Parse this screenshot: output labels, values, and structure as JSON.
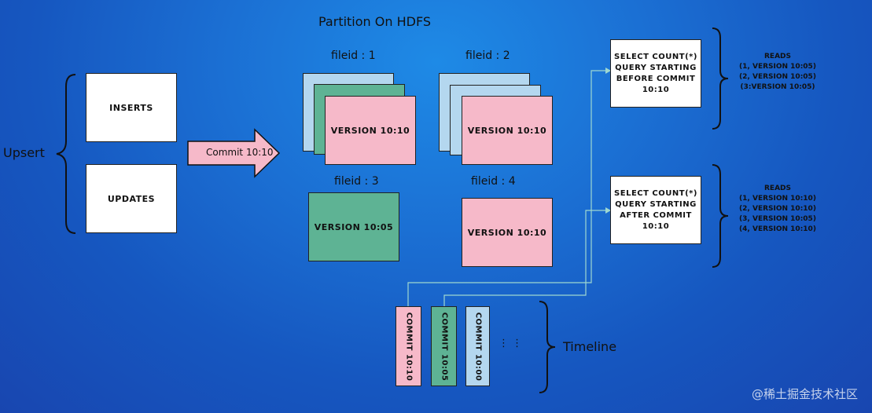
{
  "title": "Partition On HDFS",
  "upsert_label": "Upsert",
  "inserts_label": "INSERTS",
  "updates_label": "UPDATES",
  "commit_arrow_label": "Commit 10:10",
  "fileids": {
    "f1": "fileid : 1",
    "f2": "fileid : 2",
    "f3": "fileid : 3",
    "f4": "fileid : 4"
  },
  "versions": {
    "f1": "VERSION 10:10",
    "f2": "VERSION 10:10",
    "f3": "VERSION 10:05",
    "f4": "VERSION 10:10"
  },
  "query_before": {
    "line1": "SELECT COUNT(*)",
    "line2": "QUERY STARTING",
    "line3_bold": "BEFORE",
    "line3_rest": " COMMIT",
    "line4": "10:10"
  },
  "query_after": {
    "line1": "SELECT COUNT(*)",
    "line2": "QUERY STARTING",
    "line3_bold": "AFTER",
    "line3_rest": " COMMIT",
    "line4": "10:10"
  },
  "reads_before": {
    "title": "READS",
    "lines": [
      "(1, VERSION 10:05)",
      "(2, VERSION 10:05)",
      "(3:VERSION 10:05)"
    ]
  },
  "reads_after": {
    "title": "READS",
    "lines": [
      "(1, VERSION 10:10)",
      "(2, VERSION 10:10)",
      "(3, VERSION 10:05)",
      "(4, VERSION 10:10)"
    ]
  },
  "timeline": {
    "label": "Timeline",
    "commits": [
      "COMMIT 10:10",
      "COMMIT 10:05",
      "COMMIT 10:00"
    ],
    "ellipsis": "⋮    ⋮"
  },
  "watermark": "@稀土掘金技术社区",
  "colors": {
    "background": "#1b6fd3",
    "blue_card": "#b4d7ef",
    "green_card": "#5eb394",
    "pink_card": "#f6b9c9",
    "connector": "#9fd8d0"
  }
}
